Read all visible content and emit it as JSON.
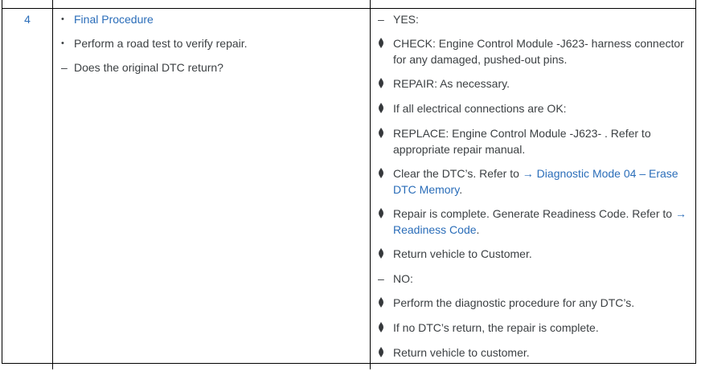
{
  "colors": {
    "link_blue": "#2a6db9",
    "body_text": "#3c4043",
    "table_border": "#000000",
    "background": "#ffffff"
  },
  "table": {
    "step_number": "4",
    "procedure_column": {
      "items": [
        {
          "marker": "•",
          "text": "Final Procedure",
          "is_link": true
        },
        {
          "marker": "•",
          "text": "Perform a road test to verify repair."
        },
        {
          "marker": "–",
          "text": "Does the original DTC return?"
        }
      ]
    },
    "result_column": {
      "items": [
        {
          "marker": "–",
          "text": "YES:"
        },
        {
          "marker": "diamond",
          "text": "CHECK: Engine Control Module -J623- harness connector for any damaged, pushed-out pins."
        },
        {
          "marker": "diamond",
          "text": "REPAIR: As necessary."
        },
        {
          "marker": "diamond",
          "text": "If all electrical connections are OK:"
        },
        {
          "marker": "diamond",
          "text": "REPLACE: Engine Control Module -J623- . Refer to appropriate repair manual."
        },
        {
          "marker": "diamond",
          "pre": "Clear the DTC’s. Refer to ",
          "link": "→ Diagnostic Mode 04 – Erase DTC Memory",
          "post": "."
        },
        {
          "marker": "diamond",
          "pre": "Repair is complete. Generate Readiness Code. Refer to ",
          "link": "→ Readiness Code",
          "post": "."
        },
        {
          "marker": "diamond",
          "text": "Return vehicle to Customer."
        },
        {
          "marker": "–",
          "text": "NO:"
        },
        {
          "marker": "diamond",
          "text": "Perform the diagnostic procedure for any DTC’s."
        },
        {
          "marker": "diamond",
          "text": "If no DTC’s return, the repair is complete."
        },
        {
          "marker": "diamond",
          "text": "Return vehicle to customer."
        }
      ]
    }
  }
}
